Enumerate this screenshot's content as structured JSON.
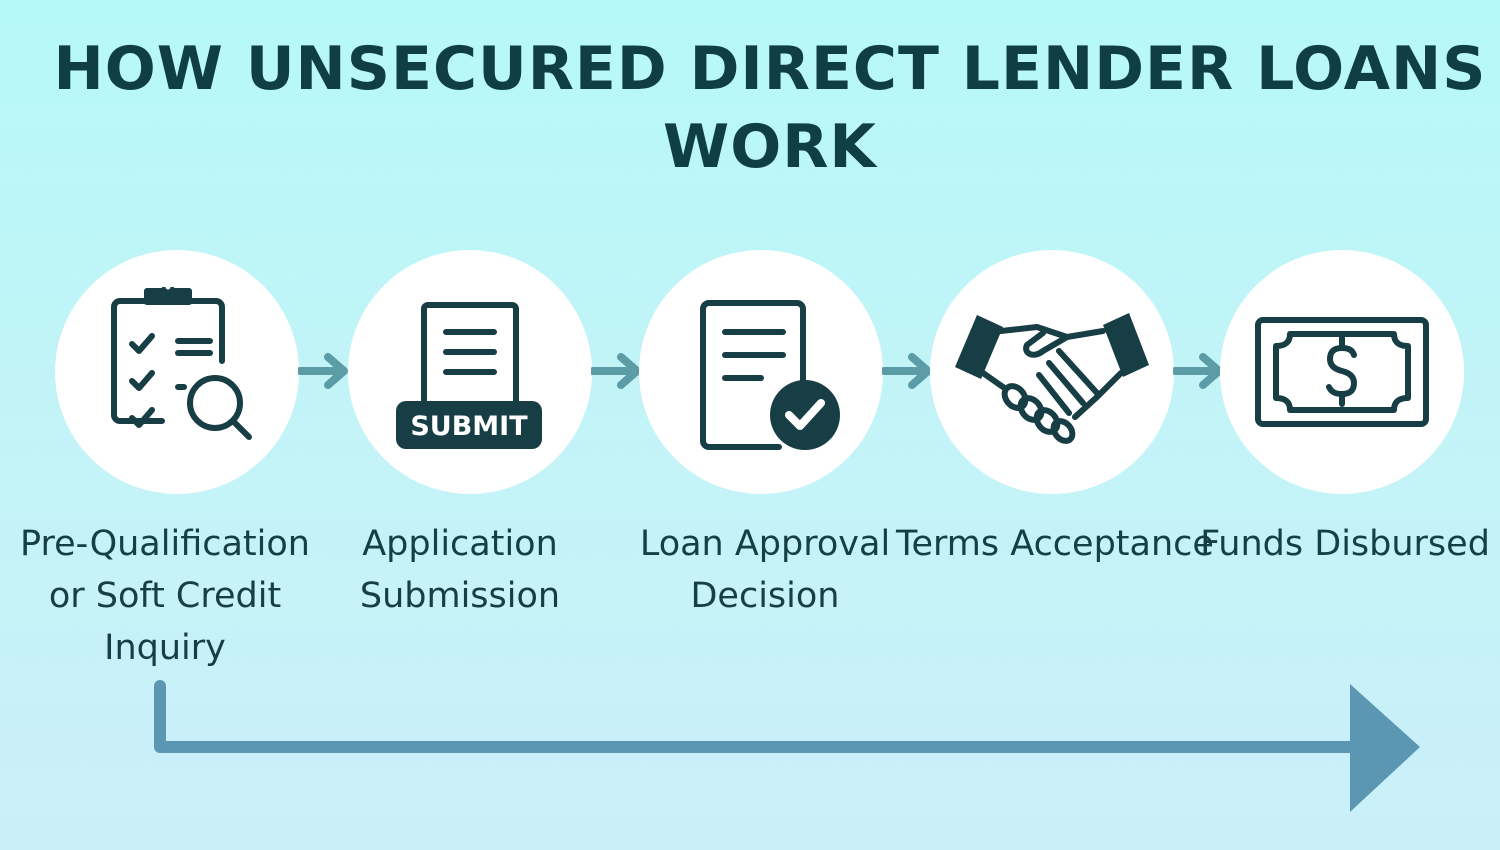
{
  "title": "HOW UNSECURED DIRECT LENDER LOANS WORK",
  "colors": {
    "background_top": "#b6f9fa",
    "background_bottom": "#cbeffa",
    "title_text": "#0f3f45",
    "icon": "#173d45",
    "connector_arrow": "#5c9ca6",
    "timeline_arrow": "#5b97b2",
    "circle_fill": "#ffffff"
  },
  "steps": [
    {
      "label": "Pre-Qualification or Soft Credit Inquiry",
      "icon": "clipboard-checklist-magnifier-icon"
    },
    {
      "label": "Application Submission",
      "icon": "submit-document-icon",
      "icon_text": "SUBMIT"
    },
    {
      "label": "Loan Approval Decision",
      "icon": "document-approved-check-icon"
    },
    {
      "label": "Terms Acceptance",
      "icon": "handshake-icon"
    },
    {
      "label": "Funds Disbursed",
      "icon": "dollar-bill-icon"
    }
  ]
}
